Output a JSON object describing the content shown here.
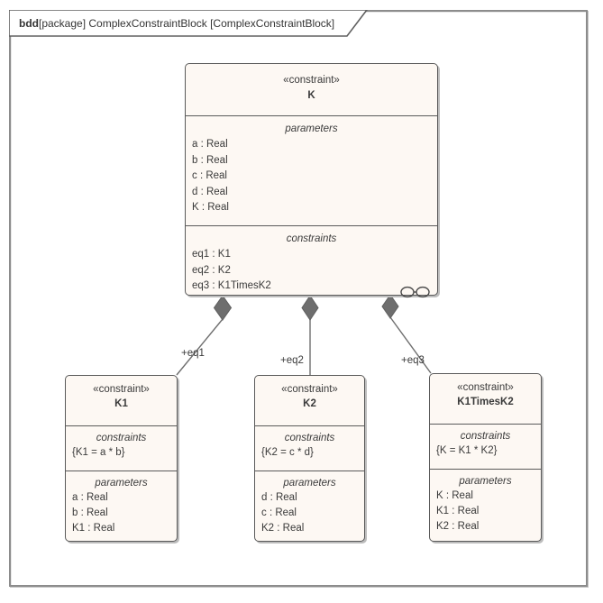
{
  "frame": {
    "title_prefix": "bdd",
    "title_rest": "[package] ComplexConstraintBlock [ComplexConstraintBlock]"
  },
  "blocks": {
    "k": {
      "stereotype": "«constraint»",
      "name": "K",
      "parameters": {
        "label": "parameters",
        "items": [
          "a : Real",
          "b : Real",
          "c : Real",
          "d : Real",
          "K : Real"
        ]
      },
      "constraints": {
        "label": "constraints",
        "items": [
          "eq1 : K1",
          "eq2 : K2",
          "eq3 : K1TimesK2"
        ]
      }
    },
    "k1": {
      "stereotype": "«constraint»",
      "name": "K1",
      "constraints": {
        "label": "constraints",
        "items": [
          "{K1 = a * b}"
        ]
      },
      "parameters": {
        "label": "parameters",
        "items": [
          "a : Real",
          "b : Real",
          "K1 : Real"
        ]
      }
    },
    "k2": {
      "stereotype": "«constraint»",
      "name": "K2",
      "constraints": {
        "label": "constraints",
        "items": [
          "{K2 = c * d}"
        ]
      },
      "parameters": {
        "label": "parameters",
        "items": [
          "d : Real",
          "c : Real",
          "K2 : Real"
        ]
      }
    },
    "k1timesk2": {
      "stereotype": "«constraint»",
      "name": "K1TimesK2",
      "constraints": {
        "label": "constraints",
        "items": [
          "{K = K1 * K2}"
        ]
      },
      "parameters": {
        "label": "parameters",
        "items": [
          "K : Real",
          "K1 : Real",
          "K2 : Real"
        ]
      }
    }
  },
  "connectors": {
    "eq1": {
      "label": "+eq1",
      "type": "composition"
    },
    "eq2": {
      "label": "+eq2",
      "type": "composition"
    },
    "eq3": {
      "label": "+eq3",
      "type": "composition"
    }
  },
  "icons": {
    "composite_indicator": "two-linked-circles"
  },
  "colors": {
    "block_fill": "#FDF8F3",
    "block_border": "#5A5A5A",
    "connector": "#6E6E6E",
    "frame_border": "#8C8C8C",
    "text": "#3A3A3A"
  }
}
